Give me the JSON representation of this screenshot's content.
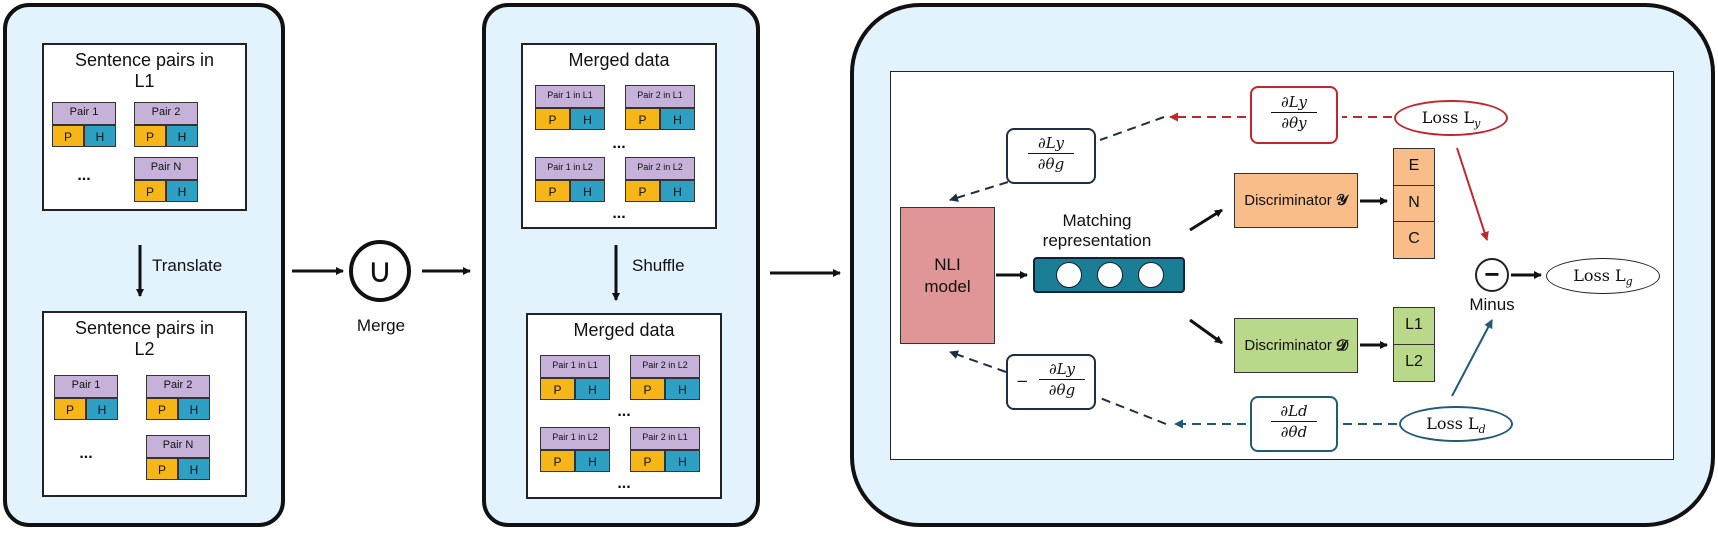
{
  "colors": {
    "panel_bg": "#e3f3fd",
    "pair_header": "#c6b2d8",
    "premise": "#f6b617",
    "hypothesis": "#2ea0c4",
    "nli_model": "#e09596",
    "matching": "#1a7e96",
    "disc_y": "#f9bd8a",
    "disc_d": "#b9d88a",
    "red": "#c0272d",
    "teal": "#1f5a78"
  },
  "panel1": {
    "box1_title": "Sentence pairs in L1",
    "box2_title": "Sentence pairs in L2",
    "arrow_label": "Translate",
    "pairs": [
      "Pair 1",
      "Pair 2",
      "Pair N"
    ],
    "ellipsis": "...",
    "p": "P",
    "h": "H"
  },
  "merge": {
    "symbol": "∪",
    "label": "Merge"
  },
  "panel2": {
    "box1_title": "Merged data",
    "box2_title": "Merged data",
    "arrow_label": "Shuffle",
    "box1_pairs": [
      "Pair 1 in L1",
      "Pair 2 in L1",
      "Pair 1 in L2",
      "Pair 2 in L2"
    ],
    "box2_pairs": [
      "Pair 1 in L1",
      "Pair 2 in L2",
      "Pair 1 in L2",
      "Pair 2 in L1"
    ],
    "ellipsis": "..."
  },
  "panel3": {
    "nli_model": "NLI model",
    "matching_label": "Matching representation",
    "disc_y": "Discriminator",
    "disc_y_sym": "𝒴",
    "disc_d": "Discriminator",
    "disc_d_sym": "𝓓",
    "outputs_y": [
      "E",
      "N",
      "C"
    ],
    "outputs_d": [
      "L1",
      "L2"
    ],
    "loss_y": "Loss L",
    "loss_y_sub": "y",
    "loss_d": "Loss L",
    "loss_d_sub": "d",
    "loss_g": "Loss L",
    "loss_g_sub": "g",
    "minus_label": "Minus",
    "minus_symbol": "−",
    "grad_ly_thy_num": "∂Ly",
    "grad_ly_thy_den": "∂θy",
    "grad_ly_thg_num": "∂Ly",
    "grad_ly_thg_den": "∂θg",
    "grad_neg_sign": "−",
    "grad_neg_num": "∂Ly",
    "grad_neg_den": "∂θg",
    "grad_ld_thd_num": "∂Ld",
    "grad_ld_thd_den": "∂θd"
  }
}
